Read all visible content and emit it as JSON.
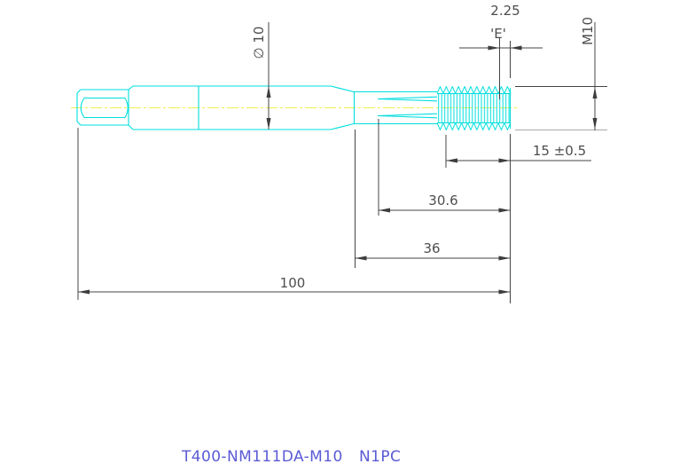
{
  "drawing": {
    "part_number": "T400-NM111DA-M10",
    "quantity": "N1PC",
    "dimensions": {
      "chamfer_length": "2.25",
      "chamfer_label": "'E'",
      "thread_spec": "M10",
      "shank_diameter": "∅ 10",
      "thread_length": "15 ±0.5",
      "flute_length": "30.6",
      "front_length": "36",
      "overall_length": "100"
    },
    "colors": {
      "tool_outline": "#00dede",
      "centerline": "#f0f050",
      "dimension_lines": "#444444",
      "annotation_text": "#4d4d4d",
      "title_text": "#5b5bd6",
      "background": "#ffffff"
    }
  }
}
